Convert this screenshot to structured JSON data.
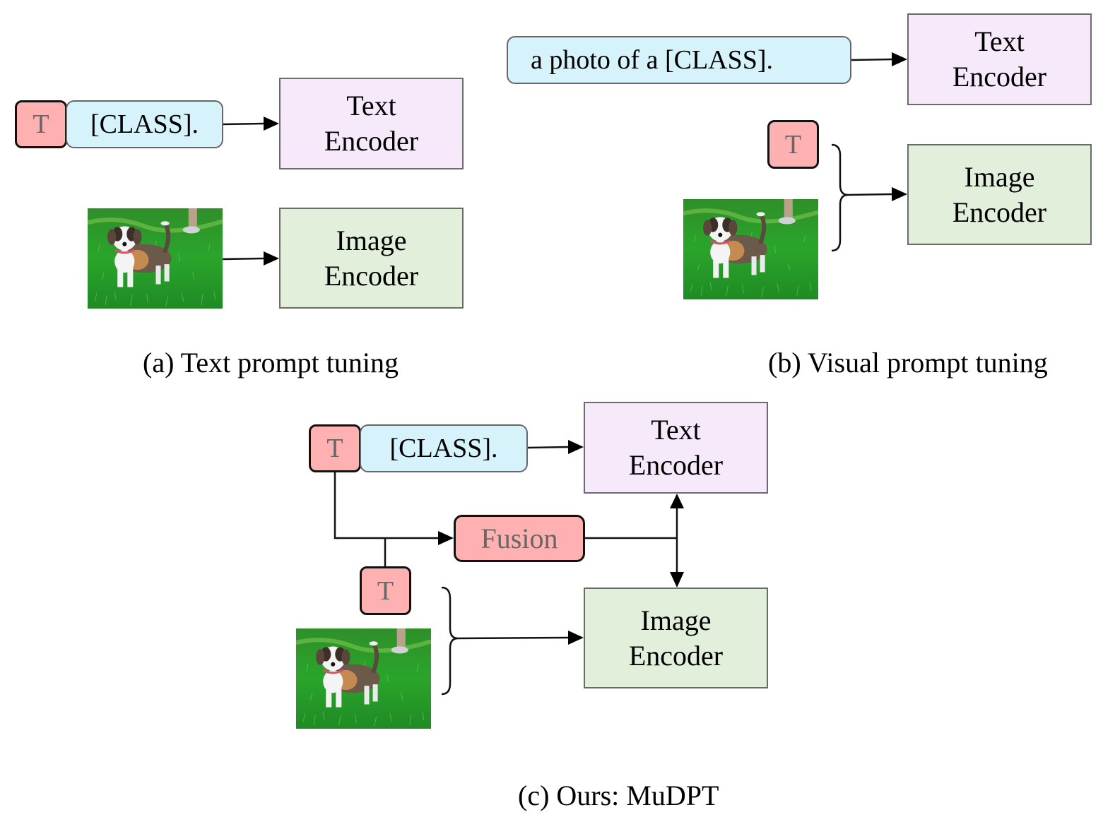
{
  "panels": {
    "a": {
      "caption": "(a) Text prompt tuning",
      "token_label": "T",
      "prompt_text": "[CLASS].",
      "text_encoder": [
        "Text",
        "Encoder"
      ],
      "image_encoder": [
        "Image",
        "Encoder"
      ],
      "image_alt": "dog on grass photo"
    },
    "b": {
      "caption": "(b) Visual prompt tuning",
      "token_label": "T",
      "prompt_text": "a photo of a [CLASS].",
      "text_encoder": [
        "Text",
        "Encoder"
      ],
      "image_encoder": [
        "Image",
        "Encoder"
      ],
      "image_alt": "dog on grass photo"
    },
    "c": {
      "caption": "(c) Ours: MuDPT",
      "text_token_label": "T",
      "visual_token_label": "T",
      "prompt_text": "[CLASS].",
      "fusion_label": "Fusion",
      "text_encoder": [
        "Text",
        "Encoder"
      ],
      "image_encoder": [
        "Image",
        "Encoder"
      ],
      "image_alt": "dog on grass photo"
    }
  },
  "colors": {
    "token_fill": "#ffb0b0",
    "prompt_fill": "#d6f3fb",
    "text_encoder_fill": "#f5e9fa",
    "image_encoder_fill": "#e2efda"
  }
}
